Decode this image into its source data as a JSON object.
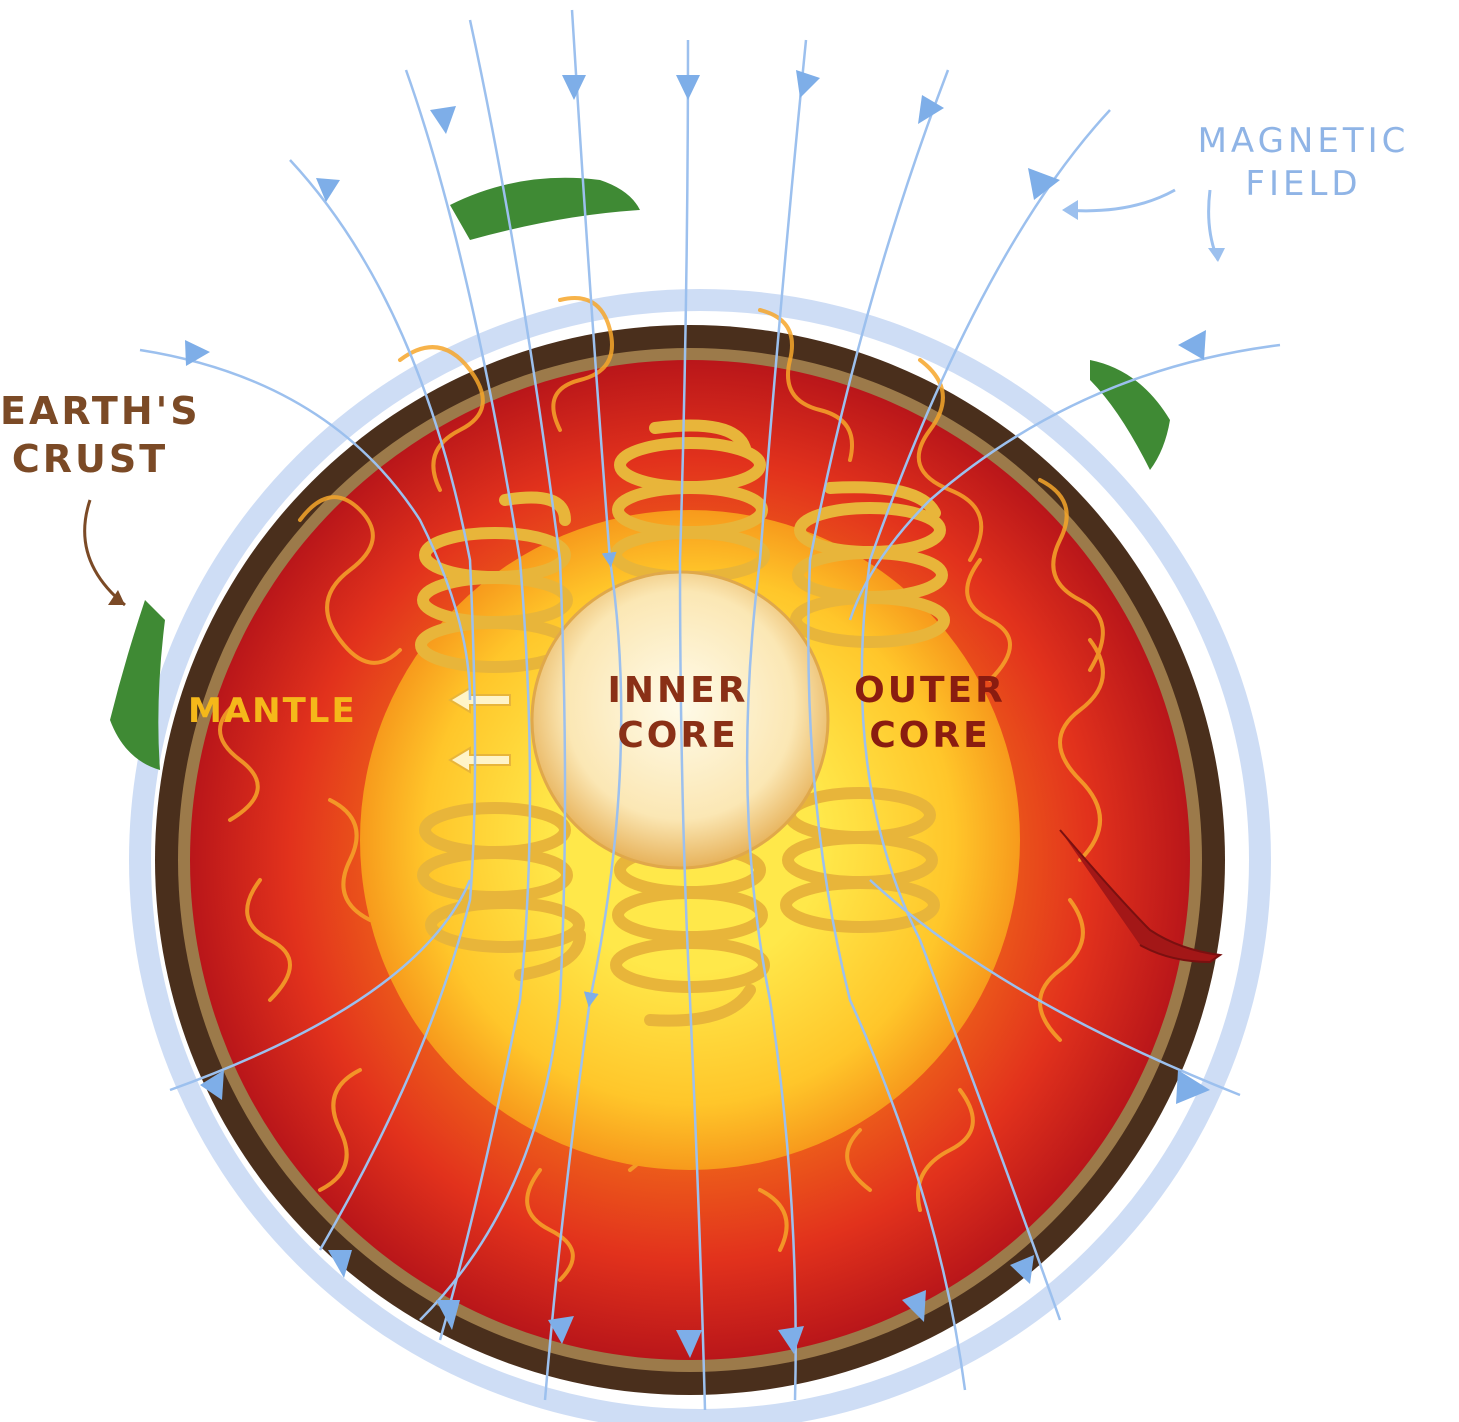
{
  "labels": {
    "earths_crust": "Earth's\nCrust",
    "mantle": "Mantle",
    "inner_core": "Inner\nCore",
    "outer_core": "Outer\nCore",
    "magnetic_field": "Magnetic field"
  },
  "colors": {
    "field_line": "#9cc0ee",
    "mantle": "#d9261b",
    "outer_core": "#f5a81c",
    "inner_core": "#fbe6b0",
    "crust": "#4a2f1c",
    "vegetation": "#3f8a34",
    "spiral": "#e8b53a",
    "convection": "#f4a21f"
  }
}
